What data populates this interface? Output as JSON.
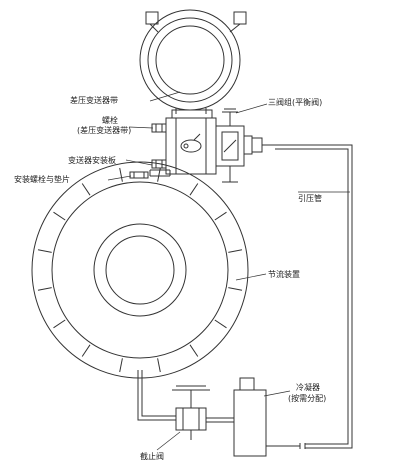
{
  "labels": {
    "transmitter": "差压变送器带",
    "bolt_line1": "螺栓",
    "bolt_line2": "(差压变送器带)",
    "mount_plate": "变送器安装板",
    "mount_bolt": "安装螺栓与垫片",
    "three_valve": "三阀组(平衡阀)",
    "impulse_pipe": "引压管",
    "throttle": "节流装置",
    "condenser_line1": "冷凝器",
    "condenser_line2": "(按需分配)",
    "stop_valve": "截止阀"
  },
  "colors": {
    "line": "#333333",
    "text": "#222222",
    "background": "#ffffff"
  }
}
